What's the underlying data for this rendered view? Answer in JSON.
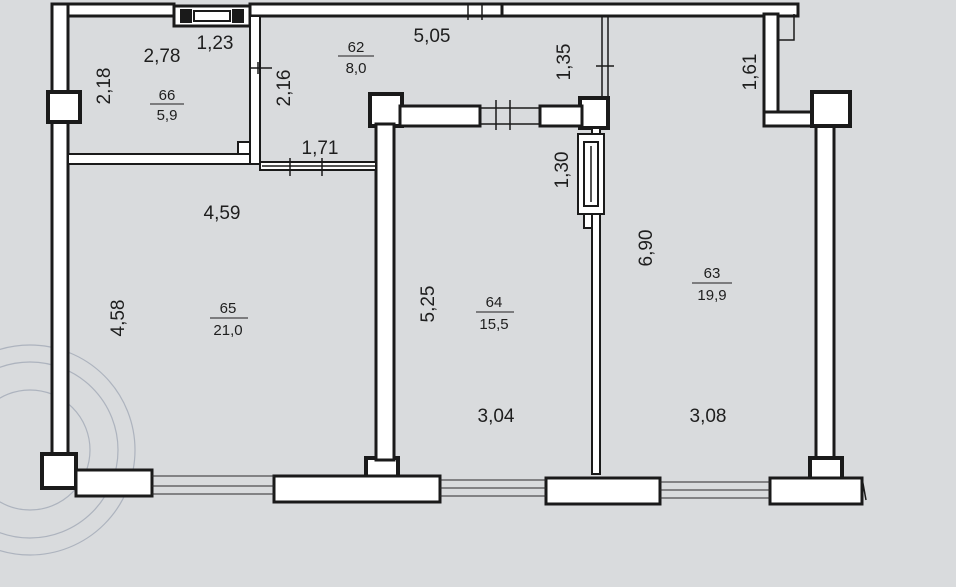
{
  "rooms": [
    {
      "id": "66",
      "area": "5,9"
    },
    {
      "id": "62",
      "area": "8,0"
    },
    {
      "id": "65",
      "area": "21,0"
    },
    {
      "id": "64",
      "area": "15,5"
    },
    {
      "id": "63",
      "area": "19,9"
    }
  ],
  "dimensions": {
    "d_2_78": "2,78",
    "d_1_23": "1,23",
    "d_5_05": "5,05",
    "d_1_35": "1,35",
    "d_1_61": "1,61",
    "d_2_18": "2,18",
    "d_2_16": "2,16",
    "d_1_71": "1,71",
    "d_1_30": "1,30",
    "d_4_59": "4,59",
    "d_6_90": "6,90",
    "d_4_58": "4,58",
    "d_5_25": "5,25",
    "d_3_04": "3,04",
    "d_3_08": "3,08"
  }
}
